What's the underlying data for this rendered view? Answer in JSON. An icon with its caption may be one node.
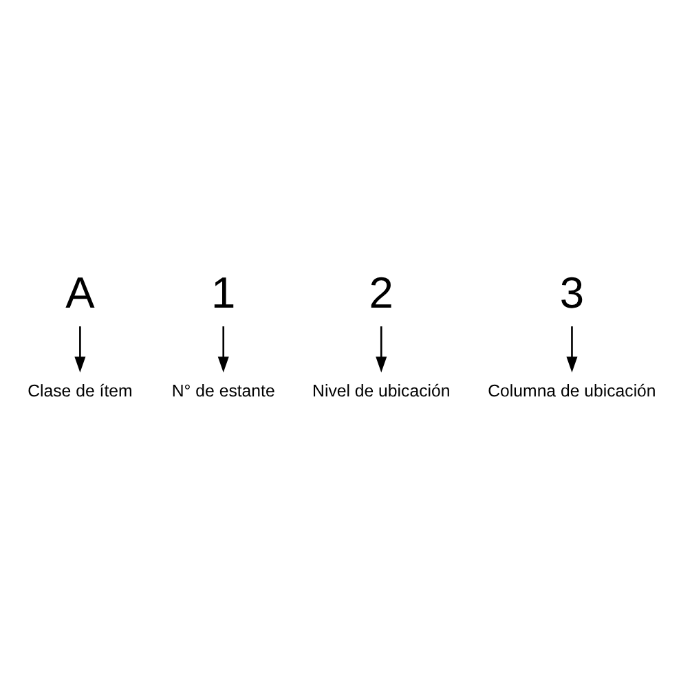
{
  "diagram": {
    "nodes": [
      {
        "text": [
          "A"
        ]
      },
      {
        "text": [
          "1"
        ]
      },
      {
        "text": [
          "2"
        ]
      },
      {
        "text": [
          "3"
        ]
      },
      {
        "text": [
          "Clase de ítem"
        ]
      },
      {
        "text": [
          "N° de estante"
        ]
      },
      {
        "text": [
          "Nivel de ubicación"
        ]
      },
      {
        "text": [
          "Columna de ubicación"
        ]
      }
    ],
    "edges": [
      {
        "from": 0,
        "to": 4,
        "arrow": "to"
      },
      {
        "from": 1,
        "to": 5,
        "arrow": "to"
      },
      {
        "from": 2,
        "to": 6,
        "arrow": "to"
      },
      {
        "from": 3,
        "to": 7,
        "arrow": "to"
      }
    ]
  }
}
